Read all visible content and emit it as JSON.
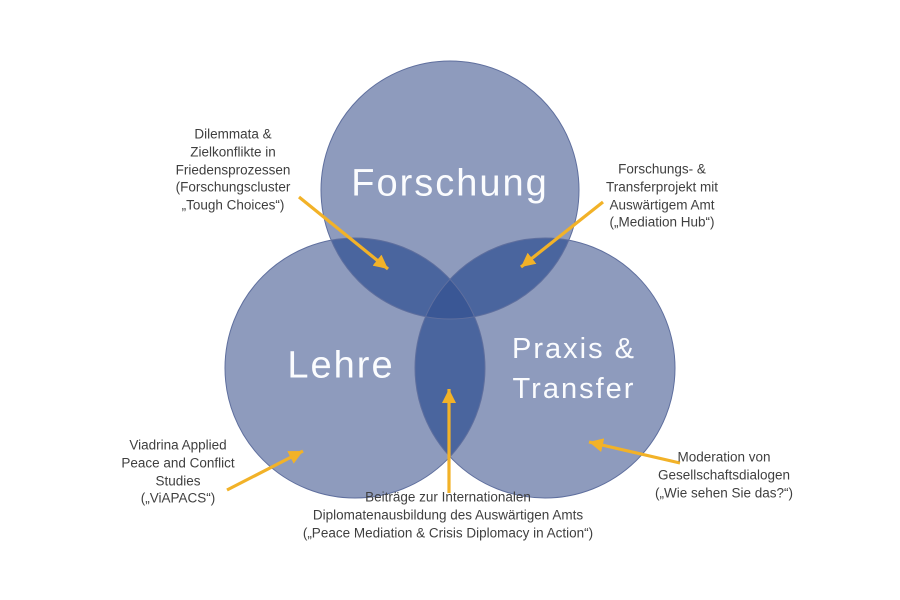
{
  "venn": {
    "circles": [
      {
        "id": "forschung",
        "label": "Forschung"
      },
      {
        "id": "lehre",
        "label": "Lehre"
      },
      {
        "id": "praxis-transfer",
        "label": "Praxis &\nTransfer"
      }
    ],
    "colors": {
      "background": "#FFFFFF",
      "circle_fill": "#8E9BBD",
      "overlap2_fill": "#4A659E",
      "overlap3_fill": "#3A5795",
      "circle_stroke": "#5F6F9E",
      "label_text": "#FBFCFE",
      "annotation_text": "#3F3F3F",
      "arrow": "#F2B228"
    }
  },
  "annotations": [
    {
      "id": "tough-choices",
      "text": "Dilemmata &\nZielkonflikte in\nFriedensprozessen\n(Forschungscluster\n„Tough Choices“)",
      "target": "forschung-lehre-overlap"
    },
    {
      "id": "mediation-hub",
      "text": "Forschungs- &\nTransferprojekt mit\nAuswärtigem Amt\n(„Mediation Hub“)",
      "target": "forschung-praxis-overlap"
    },
    {
      "id": "viapacs",
      "text": "Viadrina Applied\nPeace and Conflict\nStudies\n(„ViAPACS“)",
      "target": "lehre-circle"
    },
    {
      "id": "peace-mediation-crisis-diplomacy",
      "text": "Beiträge zur Internationalen\nDiplomatenausbildung des Auswärtigen Amts\n(„Peace Mediation & Crisis Diplomacy in Action“)",
      "target": "lehre-praxis-overlap"
    },
    {
      "id": "gesellschaftsdialoge",
      "text": "Moderation von\nGesellschaftsdialogen\n(„Wie sehen Sie das?“)",
      "target": "praxis-transfer-circle"
    }
  ]
}
